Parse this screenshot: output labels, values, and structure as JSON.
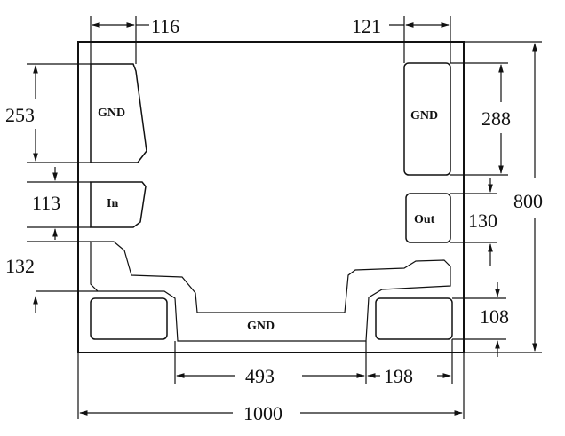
{
  "diagram": {
    "pads": {
      "gnd_left": "GND",
      "gnd_right": "GND",
      "in": "In",
      "out": "Out",
      "gnd_bottom": "GND"
    },
    "dimensions": {
      "top_left_width": "116",
      "top_right_width": "121",
      "left_gnd_height": "253",
      "right_gnd_height": "288",
      "in_height": "113",
      "out_height": "130",
      "left_gap": "132",
      "bottom_right_height": "108",
      "total_height": "800",
      "bottom_middle_width": "493",
      "bottom_right_width": "198",
      "total_width": "1000"
    }
  }
}
